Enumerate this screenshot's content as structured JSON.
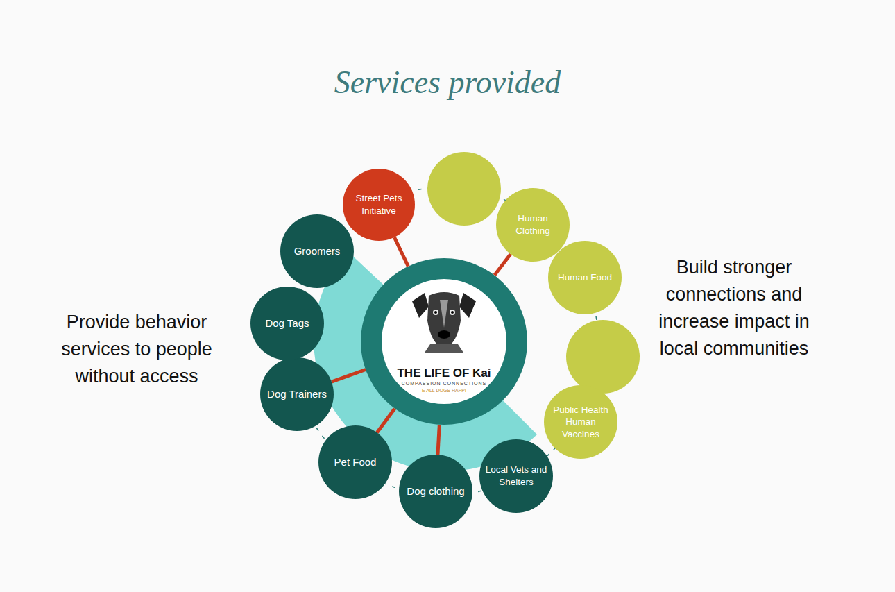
{
  "diagram": {
    "title": "Services provided",
    "nodes": [
      {
        "text": [
          "THE LIFE OF Kai",
          "COMPASSION CONNECTIONS",
          "E ALL DOGS HAPPI"
        ]
      },
      {
        "text": [
          "Street Pets Initiative"
        ]
      },
      {
        "text": [
          "Human Clothing"
        ]
      },
      {
        "text": [
          "Human Food"
        ]
      },
      {
        "text": [
          "Public Health Human Vaccines"
        ]
      },
      {
        "text": [
          "Local Vets and Shelters"
        ]
      },
      {
        "text": [
          "Dog clothing"
        ]
      },
      {
        "text": [
          "Pet Food"
        ]
      },
      {
        "text": [
          "Dog Trainers"
        ]
      },
      {
        "text": [
          "Dog Tags"
        ]
      },
      {
        "text": [
          "Groomers"
        ]
      }
    ],
    "edges": [
      {
        "from": 0,
        "to": 1,
        "arrow": "none"
      },
      {
        "from": 0,
        "to": 2,
        "arrow": "none"
      },
      {
        "from": 0,
        "to": 6,
        "arrow": "none"
      },
      {
        "from": 0,
        "to": 7,
        "arrow": "none"
      },
      {
        "from": 0,
        "to": 8,
        "arrow": "none"
      }
    ],
    "labels": [
      "Provide behavior services to people without access",
      "Build stronger connections and increase impact in local communities"
    ]
  }
}
